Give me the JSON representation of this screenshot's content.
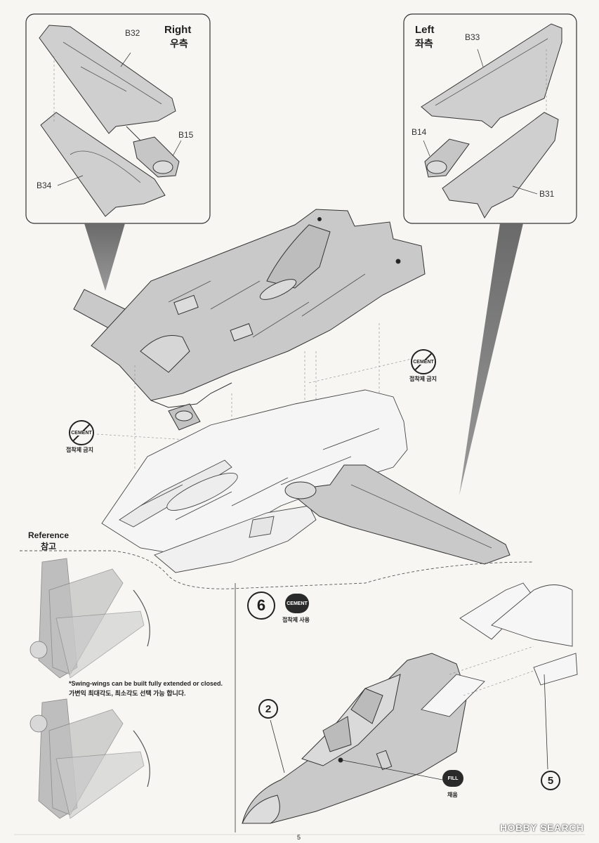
{
  "inset_right": {
    "title_en": "Right",
    "title_ko": "우측",
    "parts": [
      "B32",
      "B15",
      "B34"
    ]
  },
  "inset_left": {
    "title_en": "Left",
    "title_ko": "좌측",
    "parts": [
      "B33",
      "B14",
      "B31"
    ]
  },
  "cement_icon": {
    "label": "CEMENT",
    "no_cement_caption": "접착제 금지",
    "use_cement_caption": "접착제 사용"
  },
  "reference": {
    "title_en": "Reference",
    "title_ko": "참고",
    "note_en": "*Swing-wings can be built fully extended or closed.",
    "note_ko": "가변익 최대각도, 최소각도 선택 가능 합니다."
  },
  "step": {
    "number": "6",
    "callouts": [
      "2",
      "5"
    ],
    "fill_label": "FILL",
    "fill_caption": "채움"
  },
  "page_number": "5",
  "watermark": "HOBBY SEARCH",
  "colors": {
    "paper": "#f7f6f3",
    "part_fill": "#c9c9c9",
    "line": "#2a2a2a"
  }
}
